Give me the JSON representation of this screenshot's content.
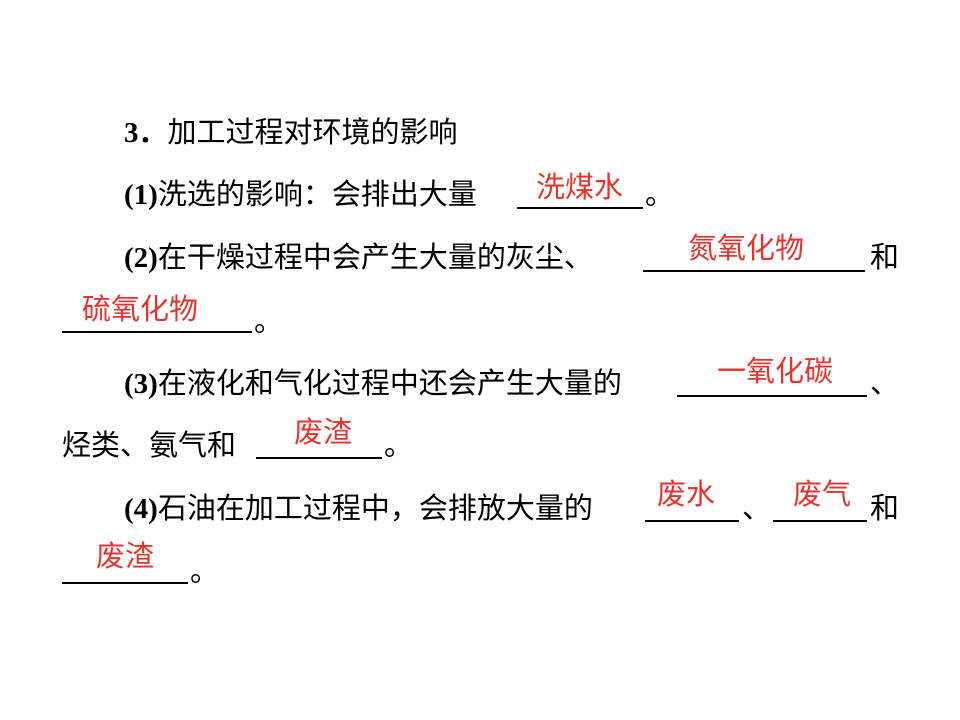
{
  "title": {
    "number": "3．",
    "text": "加工过程对环境的影响"
  },
  "items": [
    {
      "num": "(1)",
      "before": "洗选的影响：会排出大量",
      "after": "。",
      "answer": "洗煤水"
    },
    {
      "num": "(2)",
      "before": "在干燥过程中会产生大量的灰尘、",
      "mid": "和",
      "after": "。",
      "answer1": "氮氧化物",
      "answer2": "硫氧化物"
    },
    {
      "num": "(3)",
      "before": "在液化和气化过程中还会产生大量的",
      "sep": "、",
      "line2_before": "烃类、氨气和",
      "after": "。",
      "answer1": "一氧化碳",
      "answer2": "废渣"
    },
    {
      "num": "(4)",
      "before": "石油在加工过程中，会排放大量的",
      "sep": "、",
      "mid": "和",
      "after": "。",
      "answer1": "废水",
      "answer2": "废气",
      "answer3": "废渣"
    }
  ]
}
